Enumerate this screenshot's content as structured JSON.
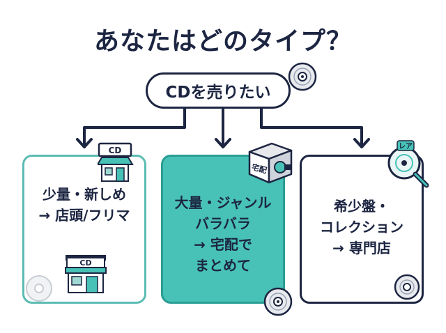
{
  "title": "あなたはどのタイプ？",
  "root": {
    "label": "CDを売りたい"
  },
  "cards": [
    {
      "lines": [
        "少量・新しめ",
        "→ 店頭/フリマ"
      ],
      "store_sign": "CD",
      "style": "teal-outline"
    },
    {
      "lines": [
        "大量・ジャンル",
        "バラバラ",
        "→ 宅配で",
        "まとめて"
      ],
      "box_label": "宅配",
      "style": "teal-filled"
    },
    {
      "lines": [
        "希少盤・",
        "コレクション",
        "→ 専門店"
      ],
      "magnifier_label": "レア",
      "style": "navy-outline"
    }
  ],
  "colors": {
    "navy": "#1c2541",
    "teal": "#48c2b6",
    "teal_border": "#5bbcb3"
  }
}
